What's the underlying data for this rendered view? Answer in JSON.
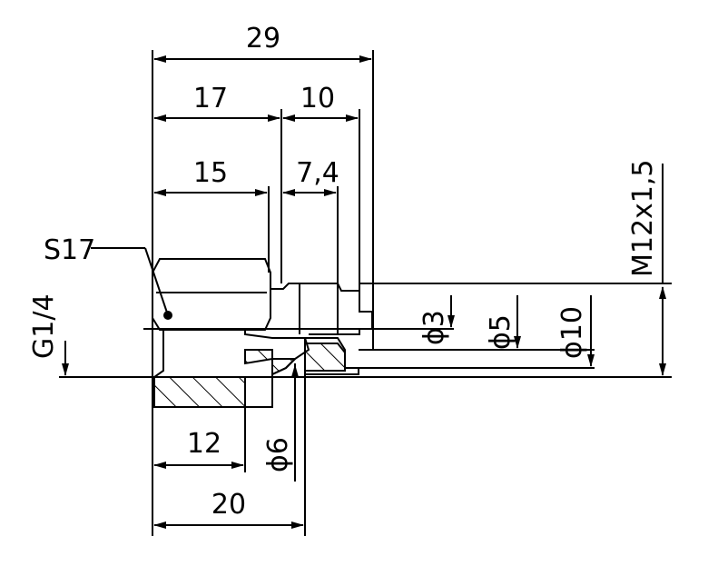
{
  "dimensions": {
    "overall_length": "29",
    "body_length": "17",
    "spigot_length": "10",
    "hex_length": "15",
    "spigot_step": "7,4",
    "thread_length": "12",
    "total_length": "20"
  },
  "diameters": {
    "bore": "ϕ6",
    "d3": "ϕ3",
    "d5": "ϕ5",
    "d10": "ϕ10"
  },
  "labels": {
    "hex_size": "S17",
    "pipe_thread": "G1/4",
    "metric_thread": "M12x1,5"
  }
}
